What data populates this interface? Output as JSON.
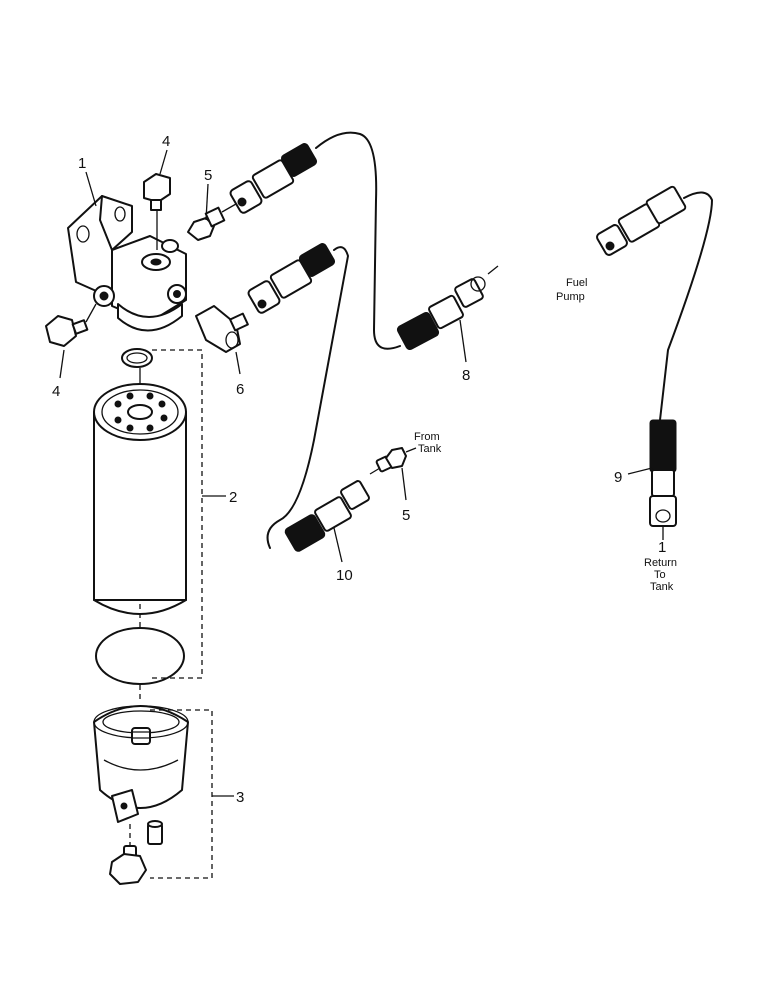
{
  "callouts": {
    "head": "1",
    "filter_element": "2",
    "bowl_assembly": "3",
    "plug_top": "4",
    "plug_side": "4",
    "connector_head": "5",
    "connector_tank": "5",
    "elbow": "6",
    "hose_8": "8",
    "hose_9": "9",
    "hose_10": "10",
    "return_1": "1"
  },
  "notes": {
    "from_tank_line1": "From",
    "from_tank_line2": "Tank",
    "fuel_pump_line1": "Fuel",
    "fuel_pump_line2": "Pump",
    "return_line1": "Return",
    "return_line2": "To",
    "return_line3": "Tank"
  }
}
